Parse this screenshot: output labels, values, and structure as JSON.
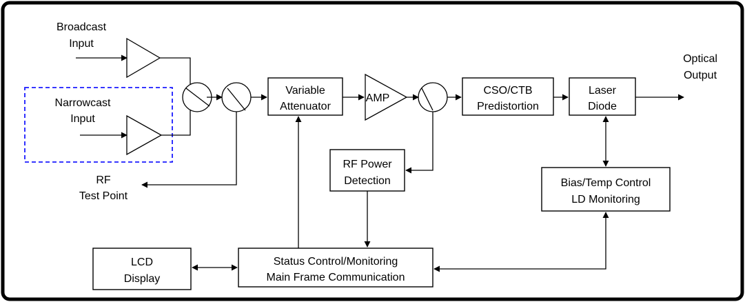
{
  "diagram": {
    "broadcast_input": [
      "Broadcast",
      "Input"
    ],
    "narrowcast_input": [
      "Narrowcast",
      "Input"
    ],
    "rf_test_point": [
      "RF",
      "Test Point"
    ],
    "variable_attenuator": [
      "Variable",
      "Attenuator"
    ],
    "amp": "AMP",
    "cso_ctb": [
      "CSO/CTB",
      "Predistortion"
    ],
    "laser_diode": [
      "Laser",
      "Diode"
    ],
    "optical_output": [
      "Optical",
      "Output"
    ],
    "rf_power_detection": [
      "RF Power",
      "Detection"
    ],
    "bias_temp": [
      "Bias/Temp Control",
      "LD Monitoring"
    ],
    "lcd_display": [
      "LCD",
      "Display"
    ],
    "status_control": [
      "Status Control/Monitoring",
      "Main Frame Communication"
    ]
  },
  "colors": {
    "frame": "#000000",
    "narrowcast_highlight": "#1a1aff",
    "line": "#000000"
  }
}
